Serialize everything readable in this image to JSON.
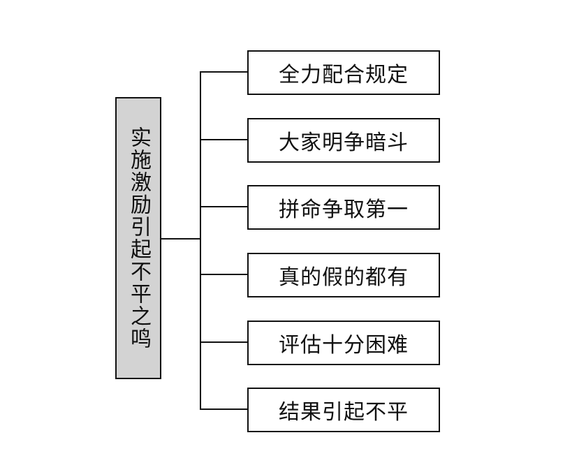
{
  "diagram": {
    "type": "tree",
    "root": {
      "label": "实施激励引起不平之鸣"
    },
    "children": [
      {
        "label": "全力配合规定"
      },
      {
        "label": "大家明争暗斗"
      },
      {
        "label": "拼命争取第一"
      },
      {
        "label": "真的假的都有"
      },
      {
        "label": "评估十分困难"
      },
      {
        "label": "结果引起不平"
      }
    ],
    "colors": {
      "root_fill": "#d3d3d3",
      "child_fill": "#ffffff",
      "stroke": "#111111"
    }
  }
}
